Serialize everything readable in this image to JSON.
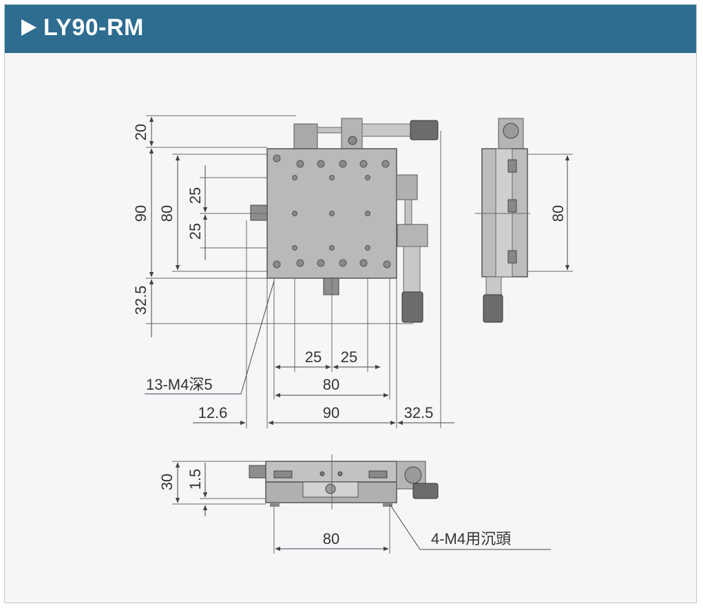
{
  "title": "LY90-RM",
  "dims": {
    "d20": "20",
    "d90v": "90",
    "d80v": "80",
    "d25a": "25",
    "d25b": "25",
    "d32_5v": "32.5",
    "d25c": "25",
    "d25d": "25",
    "d80h": "80",
    "d12_6": "12.6",
    "d90h": "90",
    "d32_5h": "32.5",
    "d80side": "80",
    "d30": "30",
    "d1_5": "1.5",
    "d80bottom": "80"
  },
  "callouts": {
    "top_holes": "13-M4深5",
    "bottom_holes": "4-M4用沉頭"
  },
  "colors": {
    "header": "#2e6d90",
    "stage": "#b9b9b9",
    "line": "#555555"
  }
}
